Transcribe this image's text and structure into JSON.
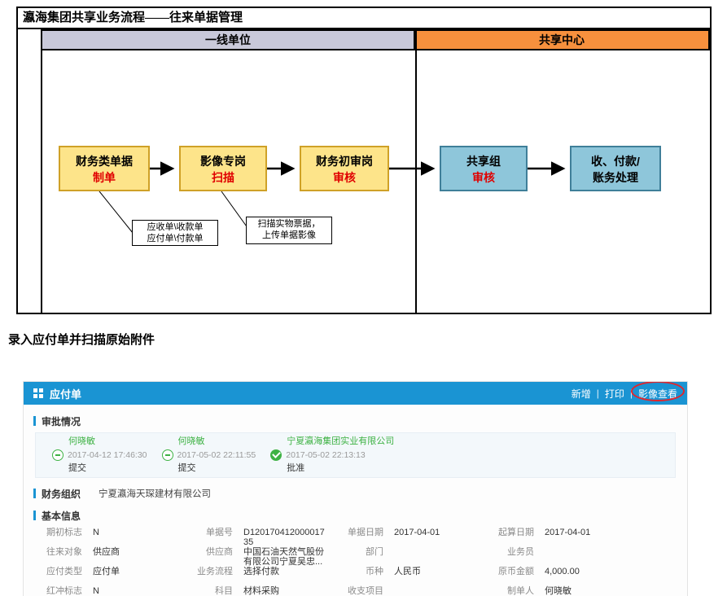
{
  "flowchart": {
    "title": "瀛海集团共享业务流程——往来单据管理",
    "lanes": {
      "left": "一线单位",
      "right": "共享中心"
    },
    "nodes": [
      {
        "line1": "财务类单据",
        "line2": "制单"
      },
      {
        "line1": "影像专岗",
        "line2": "扫描"
      },
      {
        "line1": "财务初审岗",
        "line2": "审核"
      },
      {
        "line1": "共享组",
        "line2": "审核"
      },
      {
        "line1": "收、付款/",
        "line2": "账务处理"
      }
    ],
    "callouts": [
      {
        "line1": "应收单\\收款单",
        "line2": "应付单\\付款单"
      },
      {
        "line1": "扫描实物票据，",
        "line2": "上传单据影像"
      }
    ],
    "colors": {
      "lane_left_bg": "#c9c9da",
      "lane_right_bg": "#f7903d",
      "yellow_node_bg": "#fde48a",
      "teal_node_bg": "#8ec6da",
      "highlight_text": "#e00000"
    }
  },
  "caption": "录入应付单并扫描原始附件",
  "app": {
    "title": "应付单",
    "toolbar": [
      {
        "label": "新增"
      },
      {
        "label": "打印"
      },
      {
        "label": "影像查看"
      }
    ],
    "toolbar_separator": "|",
    "sections": {
      "approval": "审批情况",
      "finance_org_label": "财务组织",
      "finance_org_value": "宁夏瀛海天琛建材有限公司",
      "basic_info": "基本信息"
    },
    "approval_steps": [
      {
        "name": "何晓敏",
        "time": "2017-04-12 17:46:30",
        "action": "提交",
        "icon": "minus-circle-icon"
      },
      {
        "name": "何晓敏",
        "time": "2017-05-02 22:11:55",
        "action": "提交",
        "icon": "minus-circle-icon"
      },
      {
        "name": "宁夏瀛海集团实业有限公司",
        "time": "2017-05-02 22:13:13",
        "action": "批准",
        "icon": "check-circle-icon"
      }
    ],
    "basic_info_rows": [
      [
        {
          "label": "期初标志",
          "value": "N"
        },
        {
          "label": "单据号",
          "value": "D12017041200001735"
        },
        {
          "label": "单据日期",
          "value": "2017-04-01"
        },
        {
          "label": "起算日期",
          "value": "2017-04-01"
        }
      ],
      [
        {
          "label": "往来对象",
          "value": "供应商"
        },
        {
          "label": "供应商",
          "value": "中国石油天然气股份有限公司宁夏吴忠..."
        },
        {
          "label": "部门",
          "value": ""
        },
        {
          "label": "业务员",
          "value": ""
        }
      ],
      [
        {
          "label": "应付类型",
          "value": "应付单"
        },
        {
          "label": "业务流程",
          "value": "选择付款"
        },
        {
          "label": "币种",
          "value": "人民币"
        },
        {
          "label": "原币金额",
          "value": "4,000.00"
        }
      ],
      [
        {
          "label": "红冲标志",
          "value": "N"
        },
        {
          "label": "科目",
          "value": "材料采购"
        },
        {
          "label": "收支项目",
          "value": ""
        },
        {
          "label": "制单人",
          "value": "何晓敏"
        }
      ]
    ],
    "colors": {
      "header_blue": "#1a94d3",
      "accent_green": "#3eb244",
      "highlight_red": "#e0262d"
    }
  }
}
